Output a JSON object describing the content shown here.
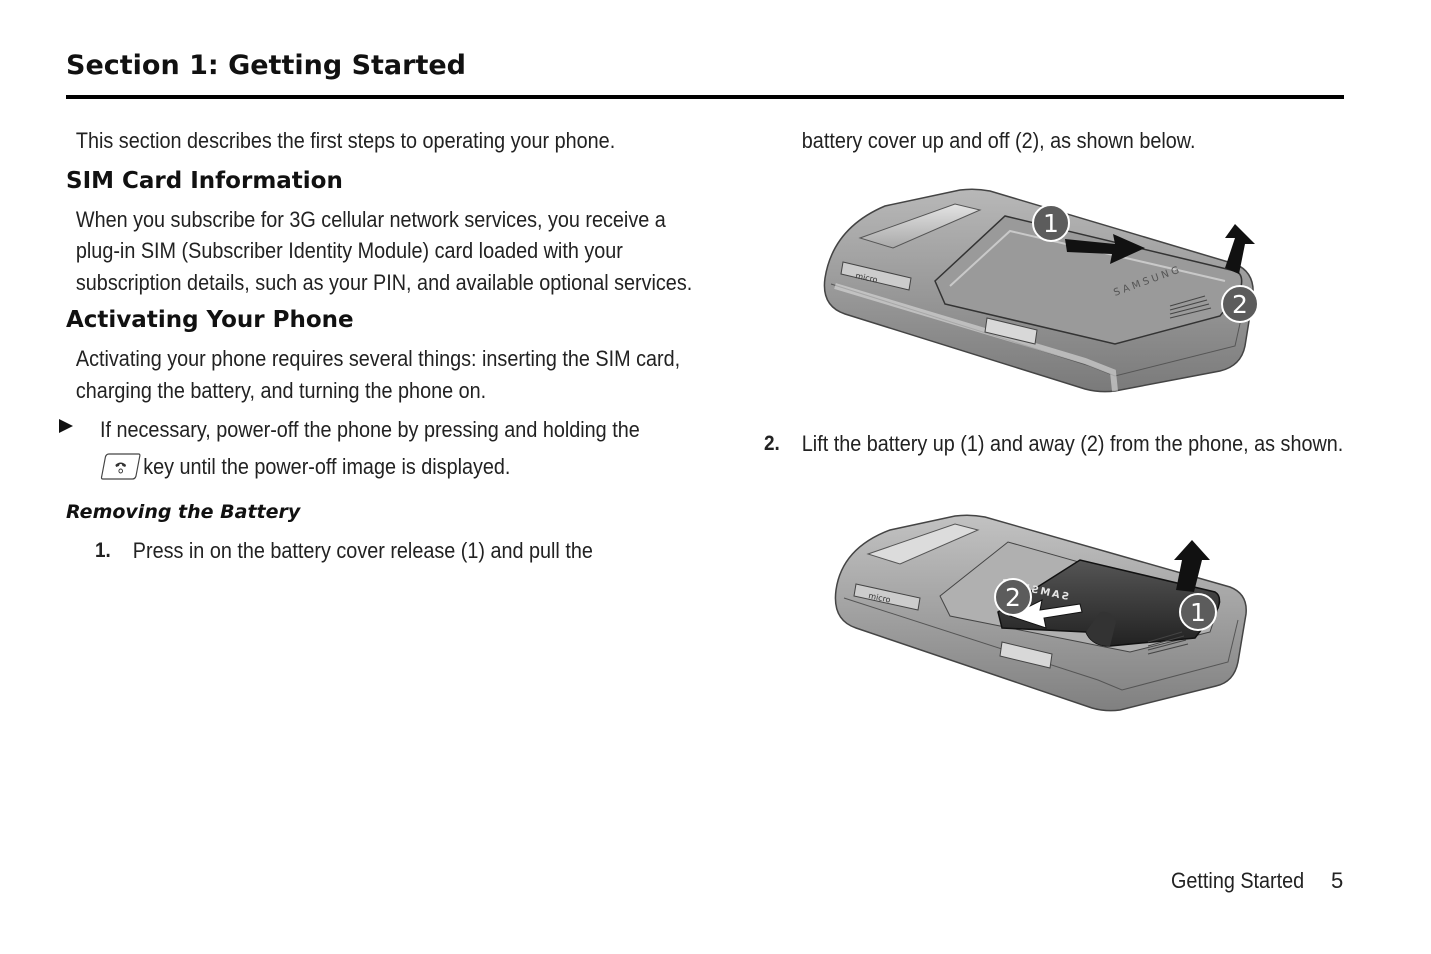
{
  "header": {
    "title": "Section 1: Getting Started"
  },
  "left": {
    "intro": "This section describes the first steps to operating your phone.",
    "sim_heading": "SIM Card Information",
    "sim_body": "When you subscribe for 3G cellular network services, you receive a plug-in SIM (Subscriber Identity Module) card loaded with your subscription details, such as your PIN, and available optional services.",
    "activate_heading": "Activating Your Phone",
    "activate_body": "Activating your phone requires several things: inserting the SIM card, charging the battery, and turning the phone on.",
    "bullet_line1": "If necessary, power-off the phone by pressing and holding the",
    "bullet_line2": "key until the power-off image is displayed.",
    "removing_heading": "Removing the Battery",
    "step1_num": "1.",
    "step1_text": "Press in on the battery cover release (1) and pull the"
  },
  "right": {
    "continued_text": "battery cover up and off (2), as shown below.",
    "step2_num": "2.",
    "step2_text": "Lift the battery up (1) and away (2) from the phone, as shown.",
    "figure1_labels": [
      "1",
      "2"
    ],
    "figure1_brand": "SAMSUNG",
    "figure2_labels": [
      "2",
      "1"
    ],
    "figure2_brand": "SAMSUNG",
    "port_label": "micro"
  },
  "footer": {
    "section": "Getting Started",
    "page": "5"
  },
  "icons": {
    "bullet": "right-triangle-icon",
    "end_key": "end-key-icon"
  }
}
